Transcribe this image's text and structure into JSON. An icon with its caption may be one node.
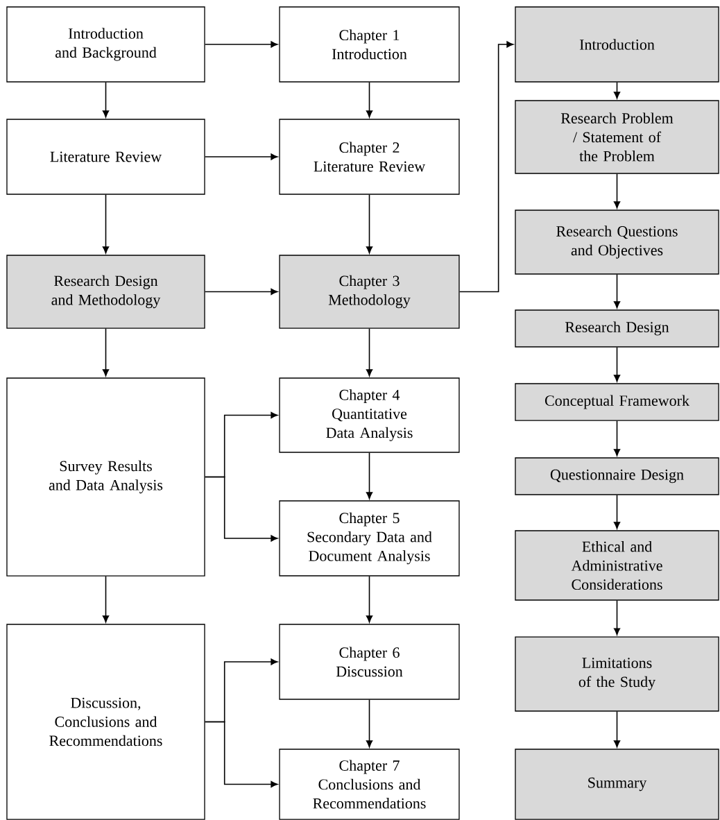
{
  "diagram": {
    "nodes": [
      {
        "text": [
          "Introduction and Background"
        ]
      },
      {
        "text": [
          "Literature Review"
        ]
      },
      {
        "text": [
          "Research Design and Methodology"
        ]
      },
      {
        "text": [
          "Survey Results and Data Analysis"
        ]
      },
      {
        "text": [
          "Discussion, Conclusions and Recommendations"
        ]
      },
      {
        "text": [
          "Chapter 1",
          "Introduction"
        ]
      },
      {
        "text": [
          "Chapter 2",
          "Literature Review"
        ]
      },
      {
        "text": [
          "Chapter 3",
          "Methodology"
        ]
      },
      {
        "text": [
          "Chapter 4",
          "Quantitative Data Analysis"
        ]
      },
      {
        "text": [
          "Chapter 5",
          "Secondary Data and Document Analysis"
        ]
      },
      {
        "text": [
          "Chapter 6",
          "Discussion"
        ]
      },
      {
        "text": [
          "Chapter 7",
          "Conclusions and Recommendations"
        ]
      },
      {
        "text": [
          "Introduction"
        ]
      },
      {
        "text": [
          "Research Problem / Statement of the Problem"
        ]
      },
      {
        "text": [
          "Research Questions and Objectives"
        ]
      },
      {
        "text": [
          "Research Design"
        ]
      },
      {
        "text": [
          "Conceptual Framework"
        ]
      },
      {
        "text": [
          "Questionnaire Design"
        ]
      },
      {
        "text": [
          "Ethical and Administrative Considerations"
        ]
      },
      {
        "text": [
          "Limitations of the Study"
        ]
      },
      {
        "text": [
          "Summary"
        ]
      }
    ],
    "edges": [
      {
        "from": 0,
        "to": 5,
        "arrow": "to"
      },
      {
        "from": 0,
        "to": 1,
        "arrow": "to"
      },
      {
        "from": 1,
        "to": 6,
        "arrow": "to"
      },
      {
        "from": 1,
        "to": 2,
        "arrow": "to"
      },
      {
        "from": 2,
        "to": 7,
        "arrow": "to"
      },
      {
        "from": 2,
        "to": 3,
        "arrow": "to"
      },
      {
        "from": 3,
        "to": 8,
        "arrow": "to"
      },
      {
        "from": 3,
        "to": 9,
        "arrow": "to"
      },
      {
        "from": 3,
        "to": 4,
        "arrow": "to"
      },
      {
        "from": 4,
        "to": 10,
        "arrow": "to"
      },
      {
        "from": 4,
        "to": 11,
        "arrow": "to"
      },
      {
        "from": 5,
        "to": 6,
        "arrow": "to"
      },
      {
        "from": 6,
        "to": 7,
        "arrow": "to"
      },
      {
        "from": 7,
        "to": 8,
        "arrow": "to"
      },
      {
        "from": 8,
        "to": 9,
        "arrow": "to"
      },
      {
        "from": 9,
        "to": 10,
        "arrow": "to"
      },
      {
        "from": 10,
        "to": 11,
        "arrow": "to"
      },
      {
        "from": 7,
        "to": 12,
        "arrow": "to"
      },
      {
        "from": 12,
        "to": 13,
        "arrow": "to"
      },
      {
        "from": 13,
        "to": 14,
        "arrow": "to"
      },
      {
        "from": 14,
        "to": 15,
        "arrow": "to"
      },
      {
        "from": 15,
        "to": 16,
        "arrow": "to"
      },
      {
        "from": 16,
        "to": 17,
        "arrow": "to"
      },
      {
        "from": 17,
        "to": 18,
        "arrow": "to"
      },
      {
        "from": 18,
        "to": 19,
        "arrow": "to"
      },
      {
        "from": 19,
        "to": 20,
        "arrow": "to"
      }
    ]
  }
}
